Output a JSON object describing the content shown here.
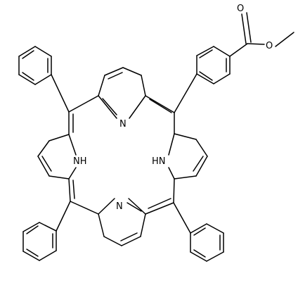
{
  "diagram": {
    "kind": "chemical-structure",
    "bond_color": "#000000",
    "background_color": "#ffffff",
    "atom_labels": {
      "nitrogen_top": "N",
      "nitrogen_bottom": "N",
      "amine_left": "NH",
      "amine_right": "HN",
      "carbonyl_oxygen": "O",
      "ester_oxygen": "O"
    }
  }
}
